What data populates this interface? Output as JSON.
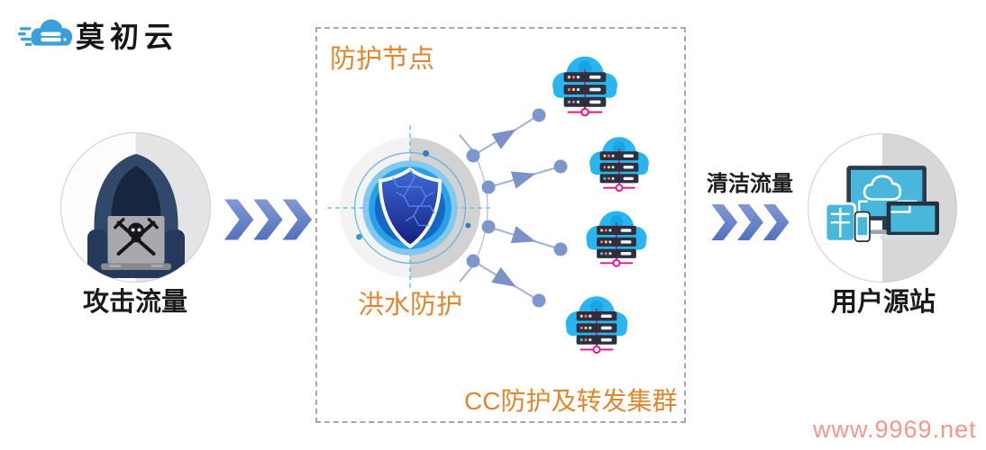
{
  "logo": {
    "brand": "莫初云"
  },
  "nodes": {
    "attack_label": "攻击流量",
    "clean_traffic_label": "清洁流量",
    "origin_label": "用户源站"
  },
  "protection_box": {
    "title": "防护节点",
    "flood_shield_label": "洪水防护",
    "cluster_label": "CC防护及转发集群",
    "cloud_server_count": 4
  },
  "watermark": "www.9969.net",
  "icons": {
    "logo": "logo-cloud-icon",
    "attack": "hacker-icon",
    "flood_protection": "shield-radar-icon",
    "cluster": "cloud-server-icon",
    "origin": "devices-icon",
    "traffic_flow": "chevron-arrows-icon",
    "distribution": "network-links-icon"
  },
  "colors": {
    "accent_orange": "#e2862e",
    "arrow_blue": "#6583c8",
    "cloud_blue": "#29b6f0",
    "server_dark": "#2e2e3c",
    "magenta": "#e8118c",
    "node_blue": "#7d96cc",
    "shield_blue": "#28a0e8",
    "hood_navy": "#31486b",
    "watermark_pink": "#f5968b"
  }
}
